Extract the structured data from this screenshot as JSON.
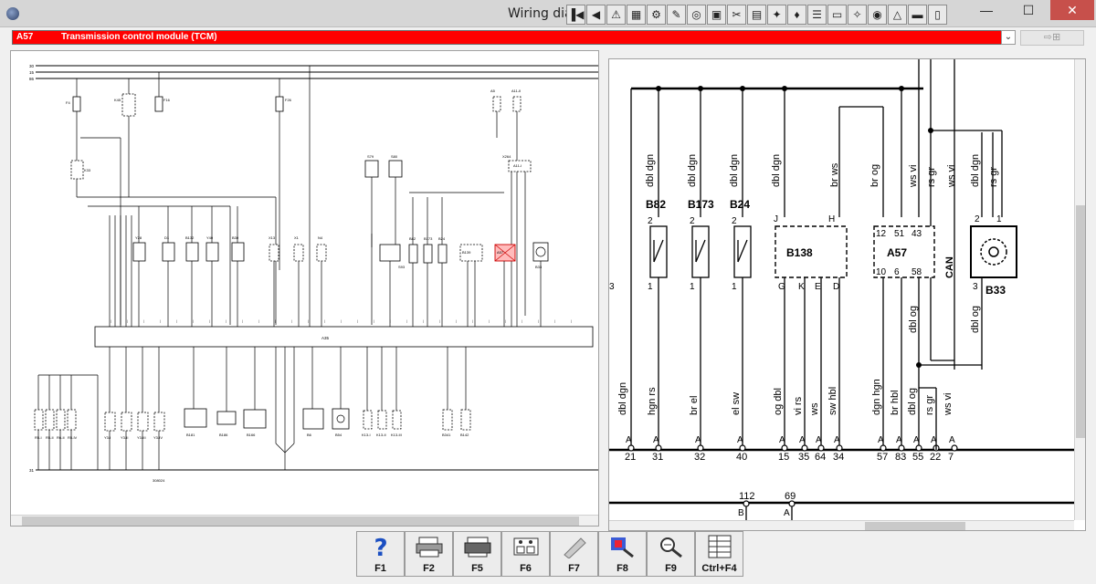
{
  "window": {
    "title": "Wiring diag",
    "minimize": "—",
    "maximize": "☐",
    "close": "✕"
  },
  "toolbar": [
    {
      "name": "first-icon",
      "glyph": "▐◀"
    },
    {
      "name": "prev-icon",
      "glyph": "◀"
    },
    {
      "name": "warning-icon",
      "glyph": "⚠"
    },
    {
      "name": "diagram-icon",
      "glyph": "▦"
    },
    {
      "name": "component-icon",
      "glyph": "⚙"
    },
    {
      "name": "tools-icon",
      "glyph": "✎"
    },
    {
      "name": "reset-icon",
      "glyph": "◎"
    },
    {
      "name": "photo-icon",
      "glyph": "▣"
    },
    {
      "name": "tool-icon",
      "glyph": "✂"
    },
    {
      "name": "exit-icon",
      "glyph": "▤"
    },
    {
      "name": "paint-icon",
      "glyph": "✦"
    },
    {
      "name": "vehicle-icon",
      "glyph": "♦"
    },
    {
      "name": "list-icon",
      "glyph": "☰"
    },
    {
      "name": "monitor-icon",
      "glyph": "▭"
    },
    {
      "name": "scan-icon",
      "glyph": "✧"
    },
    {
      "name": "globe-icon",
      "glyph": "◉"
    },
    {
      "name": "alert-icon",
      "glyph": "△"
    },
    {
      "name": "car-icon",
      "glyph": "▬"
    },
    {
      "name": "doc-icon",
      "glyph": "▯"
    }
  ],
  "selection": {
    "code": "A57",
    "label": "Transmission control module (TCM)",
    "dropdown_arrow": "⌄",
    "side_button": "⇨⊞"
  },
  "left_diagram": {
    "doc_id": "308024",
    "rails": [
      "30",
      "15",
      "86"
    ],
    "ground": "31",
    "module": "A35",
    "components": [
      "F4",
      "K45",
      "F16",
      "F26",
      "K33",
      "A5",
      "A11-II",
      "X264",
      "A11-I",
      "S79",
      "S80",
      "S93",
      "B82",
      "B173",
      "B24",
      "B139",
      "A57",
      "B33",
      "Y28",
      "D1",
      "B132",
      "Y40",
      "B30",
      "X13",
      "X1",
      "N4",
      "R5-I",
      "R5-II",
      "R6-II",
      "R5-IV",
      "Y3-I",
      "Y3-II",
      "Y3-III",
      "Y3-IV",
      "B181",
      "B186",
      "B166",
      "B6",
      "B54",
      "K13-I",
      "K13-II",
      "K13-III",
      "B341",
      "B142"
    ]
  },
  "right_diagram": {
    "top_labels": [
      {
        "text": "dbl dgn"
      },
      {
        "text": "dbl dgn"
      },
      {
        "text": "dbl dgn"
      },
      {
        "text": "dbl dgn"
      },
      {
        "text": "br ws"
      },
      {
        "text": "br og"
      },
      {
        "text": "ws vi"
      },
      {
        "text": "rs gr"
      },
      {
        "text": "ws vi"
      },
      {
        "text": "dbl dgn"
      },
      {
        "text": "rs gr"
      }
    ],
    "components": [
      {
        "id": "B82",
        "pins": [
          "2",
          "1"
        ]
      },
      {
        "id": "B173",
        "pins": [
          "2",
          "1"
        ]
      },
      {
        "id": "B24",
        "pins": [
          "2",
          "1"
        ]
      },
      {
        "id": "B138",
        "top_pins": [
          "J",
          "H"
        ],
        "bottom_pins": [
          "G",
          "K",
          "E",
          "D"
        ]
      },
      {
        "id": "A57",
        "top_pins": [
          "12",
          "51",
          "43"
        ],
        "bottom_pins": [
          "10",
          "6",
          "58"
        ]
      },
      {
        "id": "B33",
        "pins": [
          "2",
          "1",
          "3"
        ]
      }
    ],
    "can_label": "CAN",
    "mid_label": "dbl og",
    "mid_label_2": "dbl og",
    "bottom_labels": [
      "dbl dgn",
      "hgn rs",
      "br el",
      "el sw",
      "og dbl",
      "vi rs",
      "ws",
      "sw hbl",
      "dgn hgn",
      "br hbl",
      "dbl og",
      "rs gr",
      "ws vi"
    ],
    "connector": {
      "letters": [
        "A",
        "A",
        "A",
        "A",
        "A",
        "A",
        "A",
        "A",
        "A",
        "A",
        "A",
        "A",
        "A"
      ],
      "numbers": [
        "21",
        "31",
        "32",
        "40",
        "15",
        "35",
        "64",
        "34",
        "57",
        "83",
        "55",
        "22",
        "7"
      ]
    },
    "connector2": {
      "letters": [
        "B",
        "A"
      ],
      "numbers": [
        "112",
        "69"
      ]
    },
    "edge_glyph": "3"
  },
  "fkeys": [
    {
      "label": "F1",
      "icon": "help-icon"
    },
    {
      "label": "F2",
      "icon": "print-icon"
    },
    {
      "label": "F5",
      "icon": "printer-icon"
    },
    {
      "label": "F6",
      "icon": "connector-icon"
    },
    {
      "label": "F7",
      "icon": "pen-icon"
    },
    {
      "label": "F8",
      "icon": "zoom-color-icon"
    },
    {
      "label": "F9",
      "icon": "magnifier-icon"
    },
    {
      "label": "Ctrl+F4",
      "icon": "table-icon"
    }
  ]
}
